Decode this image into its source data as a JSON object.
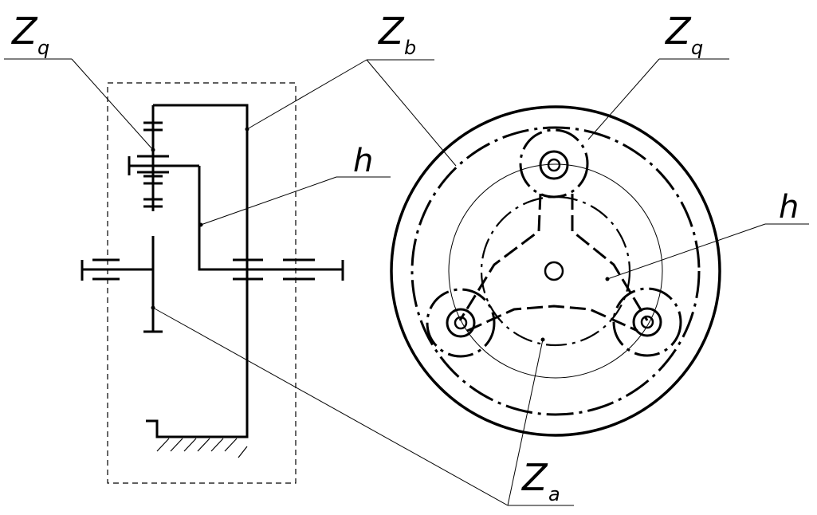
{
  "labels": {
    "zq_left": {
      "main": "Z",
      "sub": "q"
    },
    "zb": {
      "main": "Z",
      "sub": "b"
    },
    "h_left": "h",
    "zq_right": {
      "main": "Z",
      "sub": "q"
    },
    "h_right": "h",
    "za": {
      "main": "Z",
      "sub": "a"
    }
  },
  "colors": {
    "ink": "#000000",
    "paper": "#ffffff"
  }
}
